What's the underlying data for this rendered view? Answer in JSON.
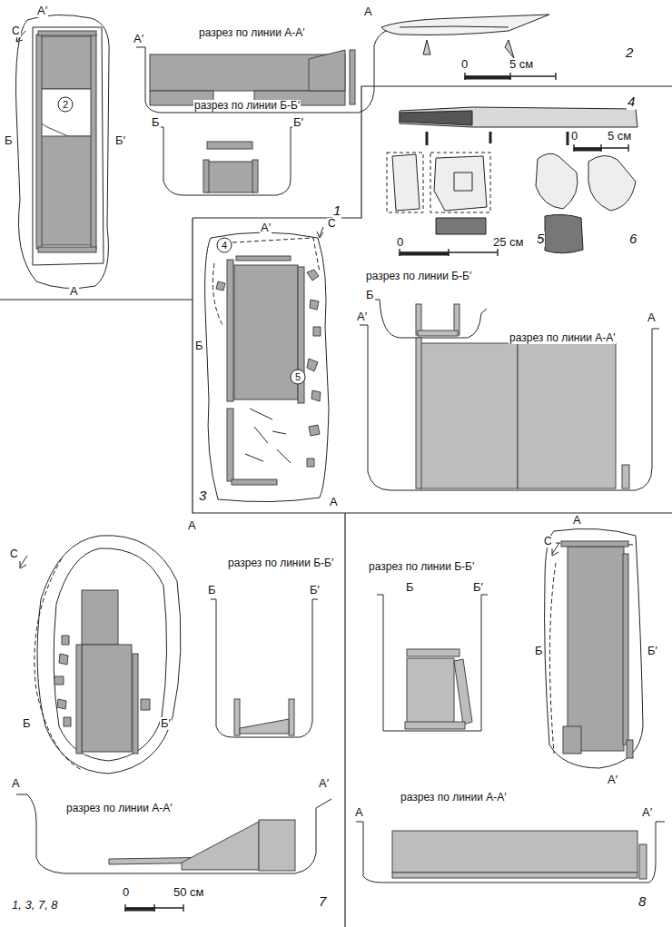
{
  "diagram": {
    "labels": [
      "С",
      "А′",
      "Б",
      "Б′",
      "А",
      "2",
      "А′",
      "разрез по линии А-А′",
      "А",
      "разрез по линии Б-Б′",
      "Б",
      "Б′",
      "1",
      "0",
      "5 см",
      "2",
      "4",
      "0",
      "5 см",
      "5",
      "6",
      "0",
      "25 см",
      "А′",
      "С",
      "4",
      "Б",
      "5",
      "А",
      "3",
      "разрез по линии Б-Б′",
      "Б",
      "А′",
      "разрез по линии А-А′",
      "А",
      "С",
      "А",
      "Б",
      "Б′",
      "разрез по линии Б-Б′",
      "Б",
      "Б′",
      "А",
      "разрез по линии А-А′",
      "А′",
      "7",
      "1, 3, 7, 8",
      "0",
      "50 см",
      "А",
      "С",
      "разрез по линии Б-Б′",
      "Б",
      "Б′",
      "Б",
      "Б′",
      "А′",
      "разрез по линии А-А′",
      "А",
      "А′",
      "8"
    ]
  }
}
